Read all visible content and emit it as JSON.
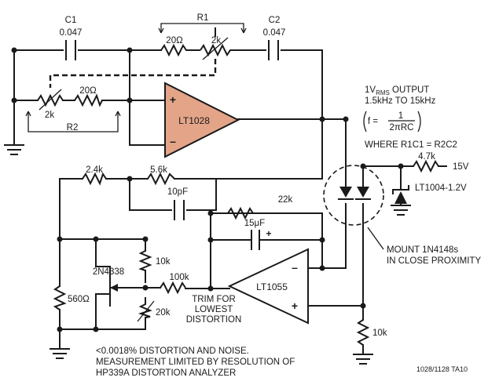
{
  "colors": {
    "opamp_fill": "#e3a488",
    "line": "#1a1a1a",
    "background": "#ffffff"
  },
  "labels": {
    "c1_name": "C1",
    "c1_value": "0.047",
    "r1_name": "R1",
    "r1_fixed": "20Ω",
    "r1_pot": "2k",
    "c2_name": "C2",
    "c2_value": "0.047",
    "r2_fixed": "20Ω",
    "r2_pot": "2k",
    "r2_name": "R2",
    "opamp1": "LT1028",
    "opamp1_plus": "+",
    "opamp1_minus": "–",
    "output_vrms": "1V",
    "output_rms_sub": "RMS",
    "output_text": " OUTPUT",
    "output_range": "1.5kHz TO 15kHz",
    "formula_f": "f =",
    "formula_num": "1",
    "formula_den": "2πRC",
    "where_eq": "WHERE R1C1 = R2C2",
    "r_2_4k": "2.4k",
    "r_5_6k": "5.6k",
    "c_10pf": "10pF",
    "r_4_7k": "4.7k",
    "supply": "15V",
    "ref": "LT1004-1.2V",
    "r_22k": "22k",
    "c_15uf": "15μF",
    "c_15uf_plus": "+",
    "jfet": "2N4338",
    "r_10k_pot": "10k",
    "r_100k": "100k",
    "r_20k": "20k",
    "r_560": "560Ω",
    "trim_1": "TRIM FOR",
    "trim_2": "LOWEST",
    "trim_3": "DISTORTION",
    "opamp2": "LT1055",
    "opamp2_minus": "–",
    "opamp2_plus": "+",
    "mount_1": "MOUNT 1N4148s",
    "mount_2": "IN CLOSE PROXIMITY",
    "r_10k_bottom": "10k",
    "note_1": "<0.0018% DISTORTION AND NOISE.",
    "note_2": "MEASUREMENT LIMITED BY RESOLUTION OF",
    "note_3": "HP339A DISTORTION ANALYZER",
    "figure_id": "1028/1128 TA10"
  }
}
